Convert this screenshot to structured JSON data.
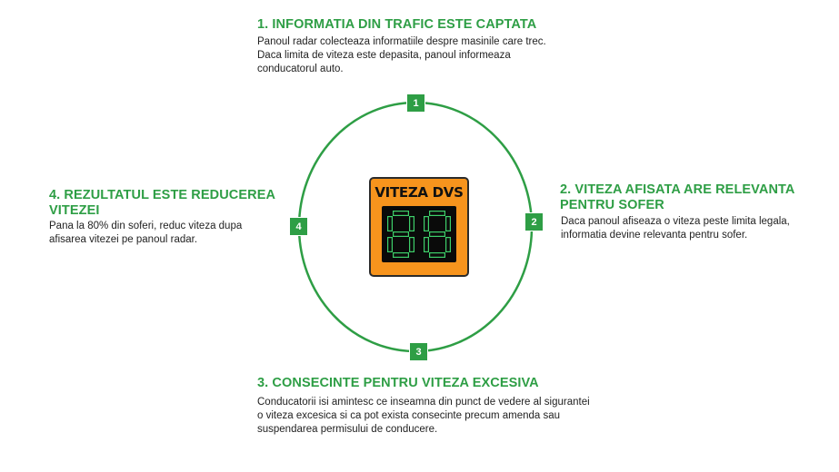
{
  "steps": [
    {
      "number": "1",
      "title": "1. INFORMATIA DIN TRAFIC ESTE CAPTATA",
      "lines": [
        "Panoul radar colecteaza informatiile despre masinile care trec.",
        "Daca limita de viteza este depasita, panoul informeaza",
        "conducatorul auto."
      ]
    },
    {
      "number": "2",
      "title_lines": [
        "2. VITEZA AFISATA ARE RELEVANTA",
        "PENTRU SOFER"
      ],
      "lines": [
        "Daca panoul afiseaza o viteza peste limita legala,",
        "informatia devine relevanta pentru sofer."
      ]
    },
    {
      "number": "3",
      "title": "3. CONSECINTE PENTRU VITEZA EXCESIVA",
      "lines": [
        "Conducatorii isi amintesc ce inseamna din punct de vedere al sigurantei",
        "o viteza excesica si ca pot exista consecinte precum amenda sau",
        "suspendarea permisului de conducere."
      ]
    },
    {
      "number": "4",
      "title_lines": [
        "4. REZULTATUL ESTE REDUCEREA",
        "VITEZEI"
      ],
      "lines": [
        "Pana la 80% din soferi, reduc viteza dupa",
        "afisarea vitezei pe panoul radar."
      ]
    }
  ],
  "radar": {
    "label": "VITEZA DVS",
    "digits": [
      "8",
      "8"
    ]
  },
  "colors": {
    "accent": "#2e9e45",
    "panel": "#f7941d",
    "screen": "#0a0a0a",
    "segment": "#3ecf6a"
  }
}
